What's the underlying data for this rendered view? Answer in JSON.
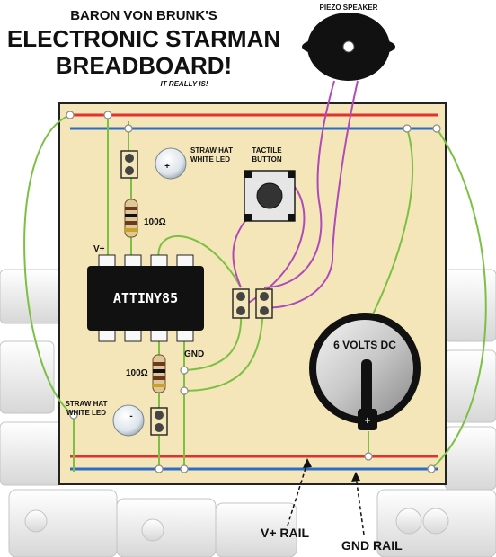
{
  "title": {
    "line1": "BARON VON BRUNK'S",
    "line2": "ELECTRONIC STARMAN",
    "line3": "BREADBOARD!",
    "tagline": "IT REALLY IS!"
  },
  "labels": {
    "piezo": "PIEZO SPEAKER",
    "led_top_1": "STRAW HAT",
    "led_top_2": "WHITE LED",
    "led_bottom_1": "STRAW HAT",
    "led_bottom_2": "WHITE LED",
    "button_1": "TACTILE",
    "button_2": "BUTTON",
    "resistor_top": "100Ω",
    "resistor_bottom": "100Ω",
    "chip": "ATTINY85",
    "vplus": "V+",
    "gnd": "GND",
    "battery": "6 VOLTS DC",
    "led_plus_symbol": "+",
    "led_minus_symbol": "-",
    "battery_plus_symbol": "+"
  },
  "rails": {
    "vplus": "V+ RAIL",
    "gnd": "GND RAIL"
  },
  "colors": {
    "board": "#f4e6b8",
    "board_border": "#222222",
    "rail_red": "#e53030",
    "rail_blue": "#2a6cc8",
    "wire_green": "#7bc043",
    "wire_purple": "#b04ab8",
    "chip": "#111111",
    "speaker": "#111111"
  }
}
